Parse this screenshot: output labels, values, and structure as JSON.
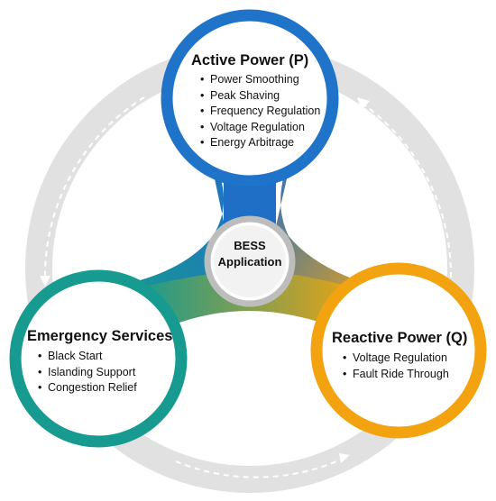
{
  "center": {
    "line1": "BESS",
    "line2": "Application"
  },
  "active_power": {
    "title": "Active Power (P)",
    "items": [
      "Power Smoothing",
      "Peak Shaving",
      "Frequency Regulation",
      "Voltage Regulation",
      "Energy Arbitrage"
    ],
    "color": "#1f73c8"
  },
  "reactive_power": {
    "title": "Reactive Power (Q)",
    "items": [
      "Voltage Regulation",
      "Fault Ride Through"
    ],
    "color": "#f2a30f"
  },
  "emergency_services": {
    "title": "Emergency Services",
    "items": [
      "Black Start",
      "Islanding Support",
      "Congestion Relief"
    ],
    "color": "#179a8f"
  },
  "cycle_ring_color": "#e1e1e1"
}
